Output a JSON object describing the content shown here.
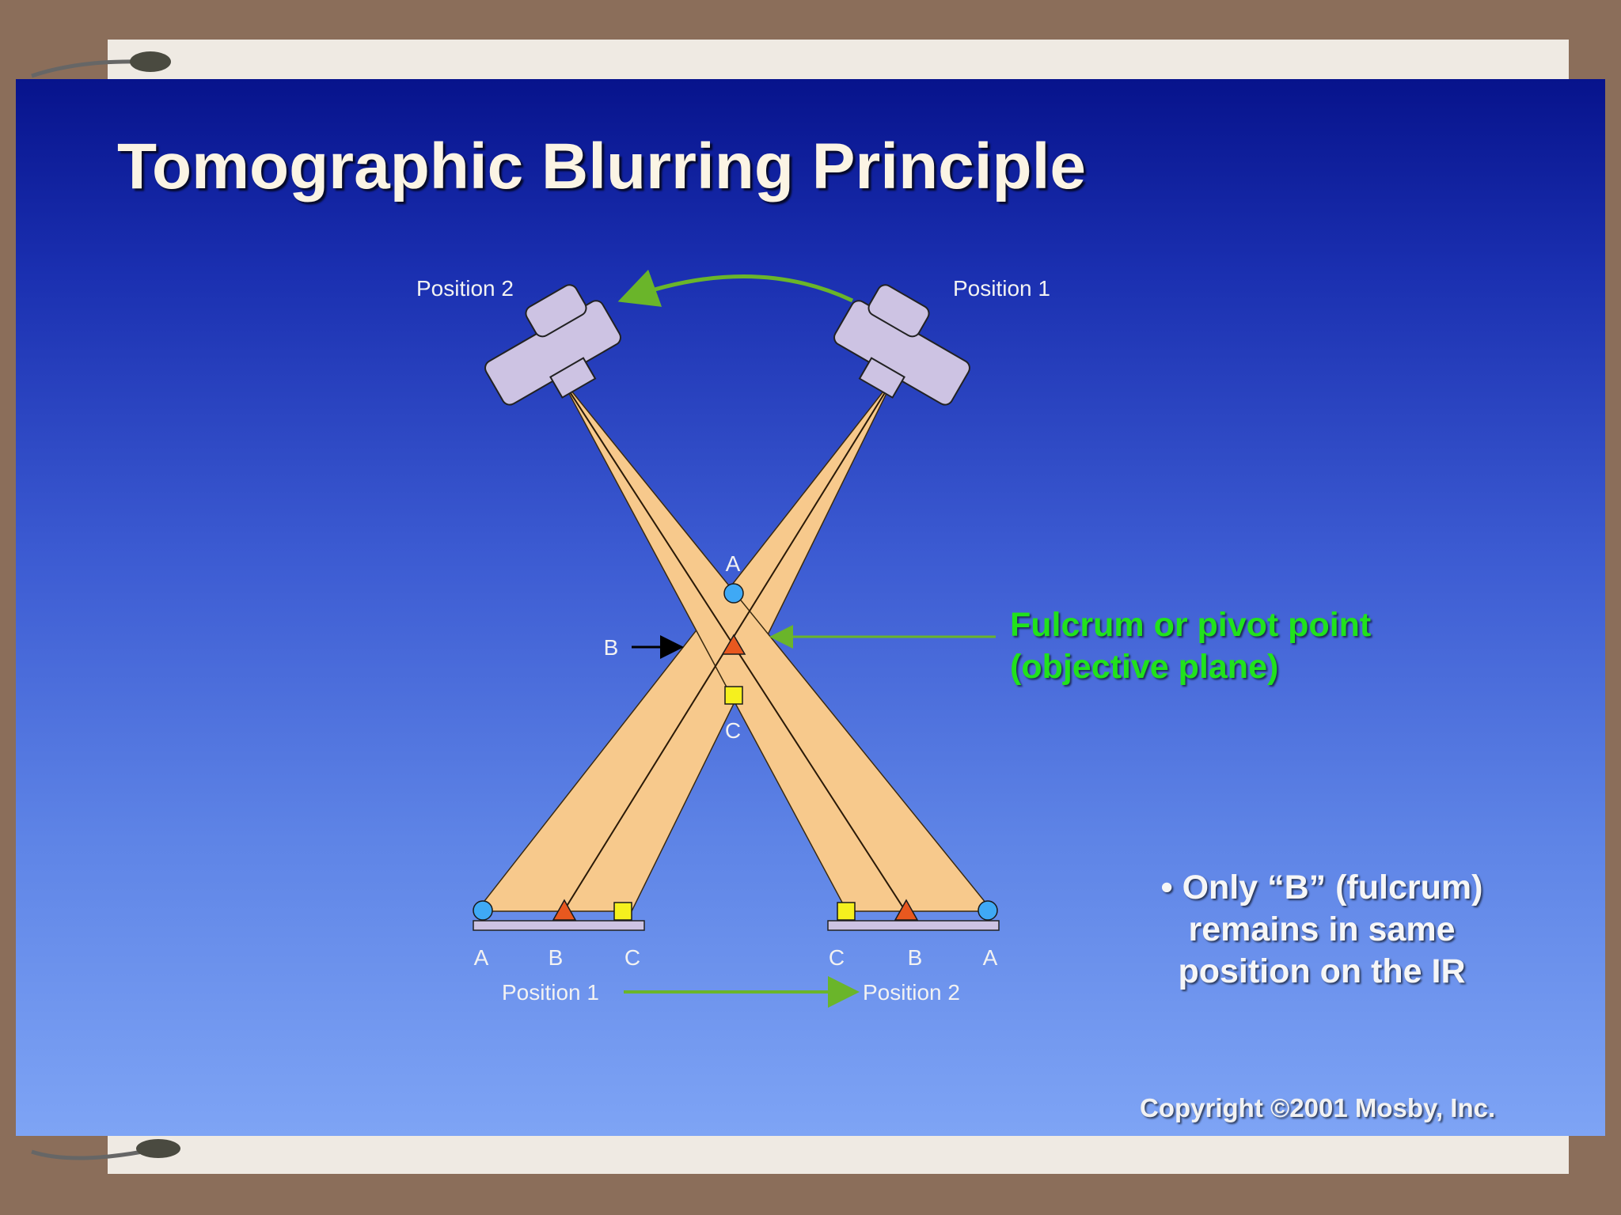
{
  "slide": {
    "title": "Tomographic Blurring Principle",
    "copyright": "Copyright ©2001 Mosby, Inc."
  },
  "diagram": {
    "tube_labels": {
      "left": "Position 2",
      "right": "Position 1"
    },
    "object_points": {
      "a": "A",
      "b": "B",
      "c": "C"
    },
    "ir_left_labels": [
      "A",
      "B",
      "C"
    ],
    "ir_right_labels": [
      "C",
      "B",
      "A"
    ],
    "ir_position_left": "Position 1",
    "ir_position_right": "Position 2",
    "fulcrum_line1": "Fulcrum or pivot point",
    "fulcrum_line2": "(objective plane)",
    "note_line1": "• Only “B” (fulcrum)",
    "note_line2": "remains in same",
    "note_line3": "position on the IR"
  },
  "colors": {
    "beam": "#f7c98c",
    "tube": "#cdc3e3",
    "point_a": "#3fa9f5",
    "point_b": "#e8581f",
    "point_c": "#f5f01e",
    "arrow_green": "#6ab52a",
    "fulcrum_text": "#21e21c"
  }
}
